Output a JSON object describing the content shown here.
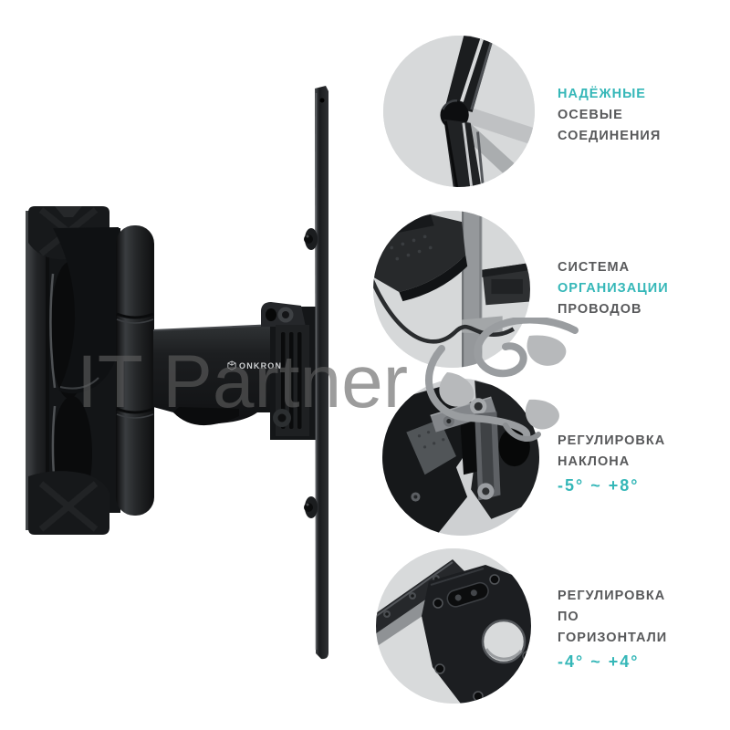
{
  "image": {
    "type": "product-feature-infographic",
    "background": "#ffffff"
  },
  "colors": {
    "accent": "#35b7b8",
    "label_text": "#58595b",
    "watermark_gray": "#9e9e9e",
    "circle_background": "#d7d9da",
    "product_black": "#17191b"
  },
  "product": {
    "brand": "ONKRON",
    "name": "articulating-tv-wall-mount-side-view",
    "logo_icon": "onkron-cube-icon"
  },
  "watermark": {
    "text": "IT Partner",
    "logo_icon": "s-swirl-logo"
  },
  "features": [
    {
      "image": "axial-joints-closeup",
      "lines": [
        {
          "text": "НАДЁЖНЫЕ",
          "accent": true
        },
        {
          "text": "ОСЕВЫЕ",
          "accent": false
        },
        {
          "text": "СОЕДИНЕНИЯ",
          "accent": false
        }
      ]
    },
    {
      "image": "cable-management-closeup",
      "lines": [
        {
          "text": "СИСТЕМА",
          "accent": false
        },
        {
          "text": "ОРГАНИЗАЦИИ",
          "accent": true
        },
        {
          "text": "ПРОВОДОВ",
          "accent": false
        }
      ]
    },
    {
      "image": "tilt-adjustment-closeup",
      "lines": [
        {
          "text": "РЕГУЛИРОВКА",
          "accent": false
        },
        {
          "text": "НАКЛОНА",
          "accent": false
        },
        {
          "text": "-5° ~ +8°",
          "accent": true
        }
      ]
    },
    {
      "image": "horizontal-adjustment-closeup",
      "lines": [
        {
          "text": "РЕГУЛИРОВКА",
          "accent": false
        },
        {
          "text": "ПО",
          "accent": false
        },
        {
          "text": "ГОРИЗОНТАЛИ",
          "accent": false
        },
        {
          "text": "-4° ~ +4°",
          "accent": true
        }
      ]
    }
  ]
}
